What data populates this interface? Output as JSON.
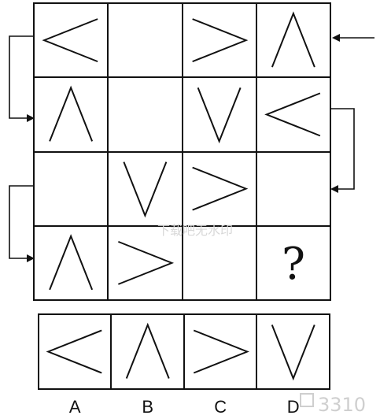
{
  "puzzle": {
    "grid": [
      [
        "left",
        "",
        "right",
        "up"
      ],
      [
        "up",
        "",
        "down",
        "left"
      ],
      [
        "",
        "down",
        "right",
        ""
      ],
      [
        "up",
        "right",
        "",
        "?"
      ]
    ],
    "question_mark": "?"
  },
  "options": [
    {
      "label": "A",
      "shape": "left"
    },
    {
      "label": "B",
      "shape": "up"
    },
    {
      "label": "C",
      "shape": "right"
    },
    {
      "label": "D",
      "shape": "down"
    }
  ],
  "watermark": {
    "center": "下载吧无水印",
    "corner": "3310"
  },
  "colors": {
    "stroke": "#111111",
    "background": "#ffffff",
    "watermark": "#d0d0d0"
  }
}
